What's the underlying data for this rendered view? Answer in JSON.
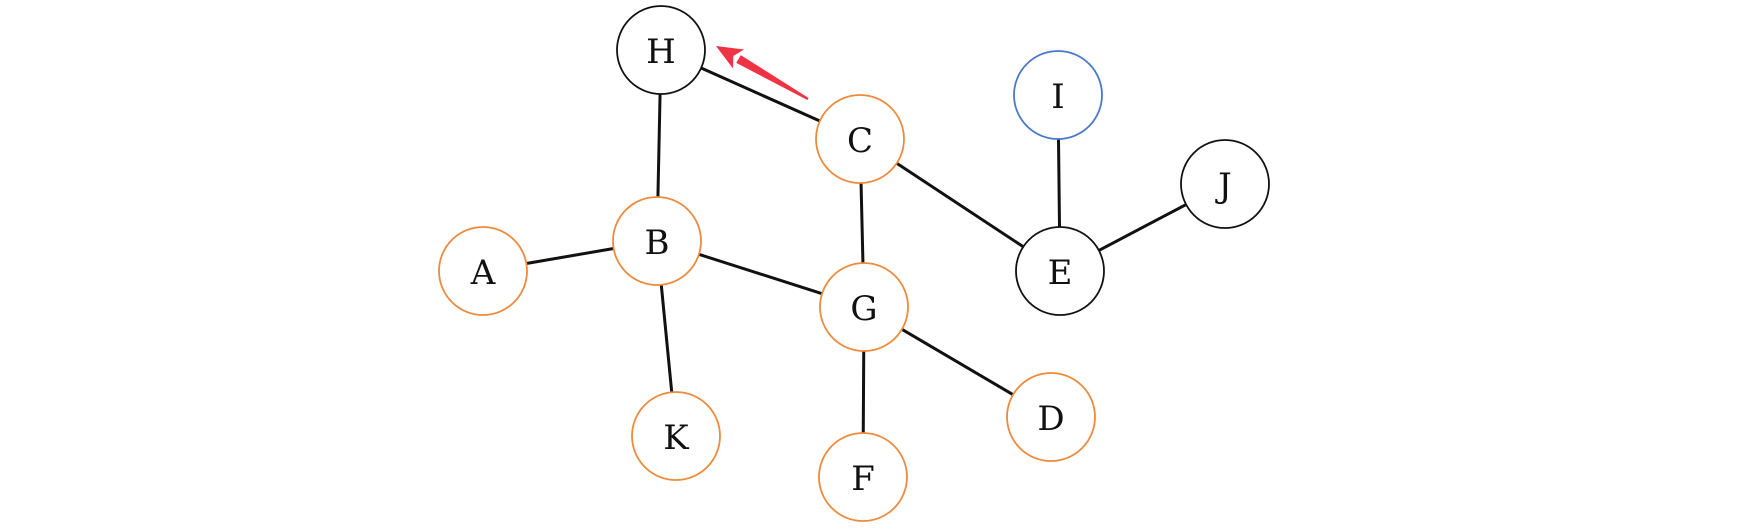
{
  "graph": {
    "colors": {
      "orange": "#ee8a3c",
      "blue": "#4a78c8",
      "black": "#111111",
      "arrow": "#ee3344"
    },
    "nodes": [
      {
        "id": "H",
        "label": "H",
        "color": "black"
      },
      {
        "id": "C",
        "label": "C",
        "color": "orange"
      },
      {
        "id": "I",
        "label": "I",
        "color": "blue"
      },
      {
        "id": "J",
        "label": "J",
        "color": "black"
      },
      {
        "id": "A",
        "label": "A",
        "color": "orange"
      },
      {
        "id": "B",
        "label": "B",
        "color": "orange"
      },
      {
        "id": "G",
        "label": "G",
        "color": "orange"
      },
      {
        "id": "E",
        "label": "E",
        "color": "black"
      },
      {
        "id": "K",
        "label": "K",
        "color": "orange"
      },
      {
        "id": "D",
        "label": "D",
        "color": "orange"
      },
      {
        "id": "F",
        "label": "F",
        "color": "orange"
      }
    ],
    "edges": [
      [
        "H",
        "C"
      ],
      [
        "H",
        "B"
      ],
      [
        "A",
        "B"
      ],
      [
        "B",
        "K"
      ],
      [
        "B",
        "G"
      ],
      [
        "C",
        "G"
      ],
      [
        "C",
        "E"
      ],
      [
        "I",
        "E"
      ],
      [
        "E",
        "J"
      ],
      [
        "G",
        "D"
      ],
      [
        "G",
        "F"
      ]
    ],
    "arrow": {
      "from": "C",
      "to": "H"
    }
  }
}
